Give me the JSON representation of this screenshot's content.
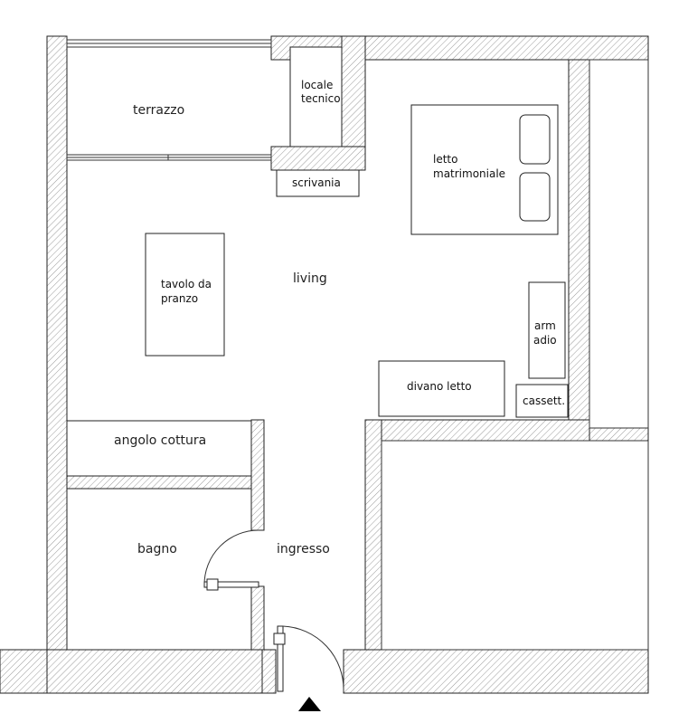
{
  "labels": {
    "terrazzo": "terrazzo",
    "locale_tecnico": [
      "locale",
      "tecnico"
    ],
    "scrivania": "scrivania",
    "letto": [
      "letto",
      "matrimoniale"
    ],
    "tavolo": [
      "tavolo da",
      "pranzo"
    ],
    "living": "living",
    "armadio": [
      "arm",
      "adio"
    ],
    "divano": "divano letto",
    "cassettiera": "cassett.",
    "angolo_cottura": "angolo cottura",
    "bagno": "bagno",
    "ingresso": "ingresso"
  },
  "colors": {
    "wall_stroke": "#222222",
    "hatch": "#9a9a9a",
    "background": "#ffffff",
    "entrance_marker": "#000000"
  },
  "icons": {
    "entrance": "entrance-arrow-icon"
  }
}
